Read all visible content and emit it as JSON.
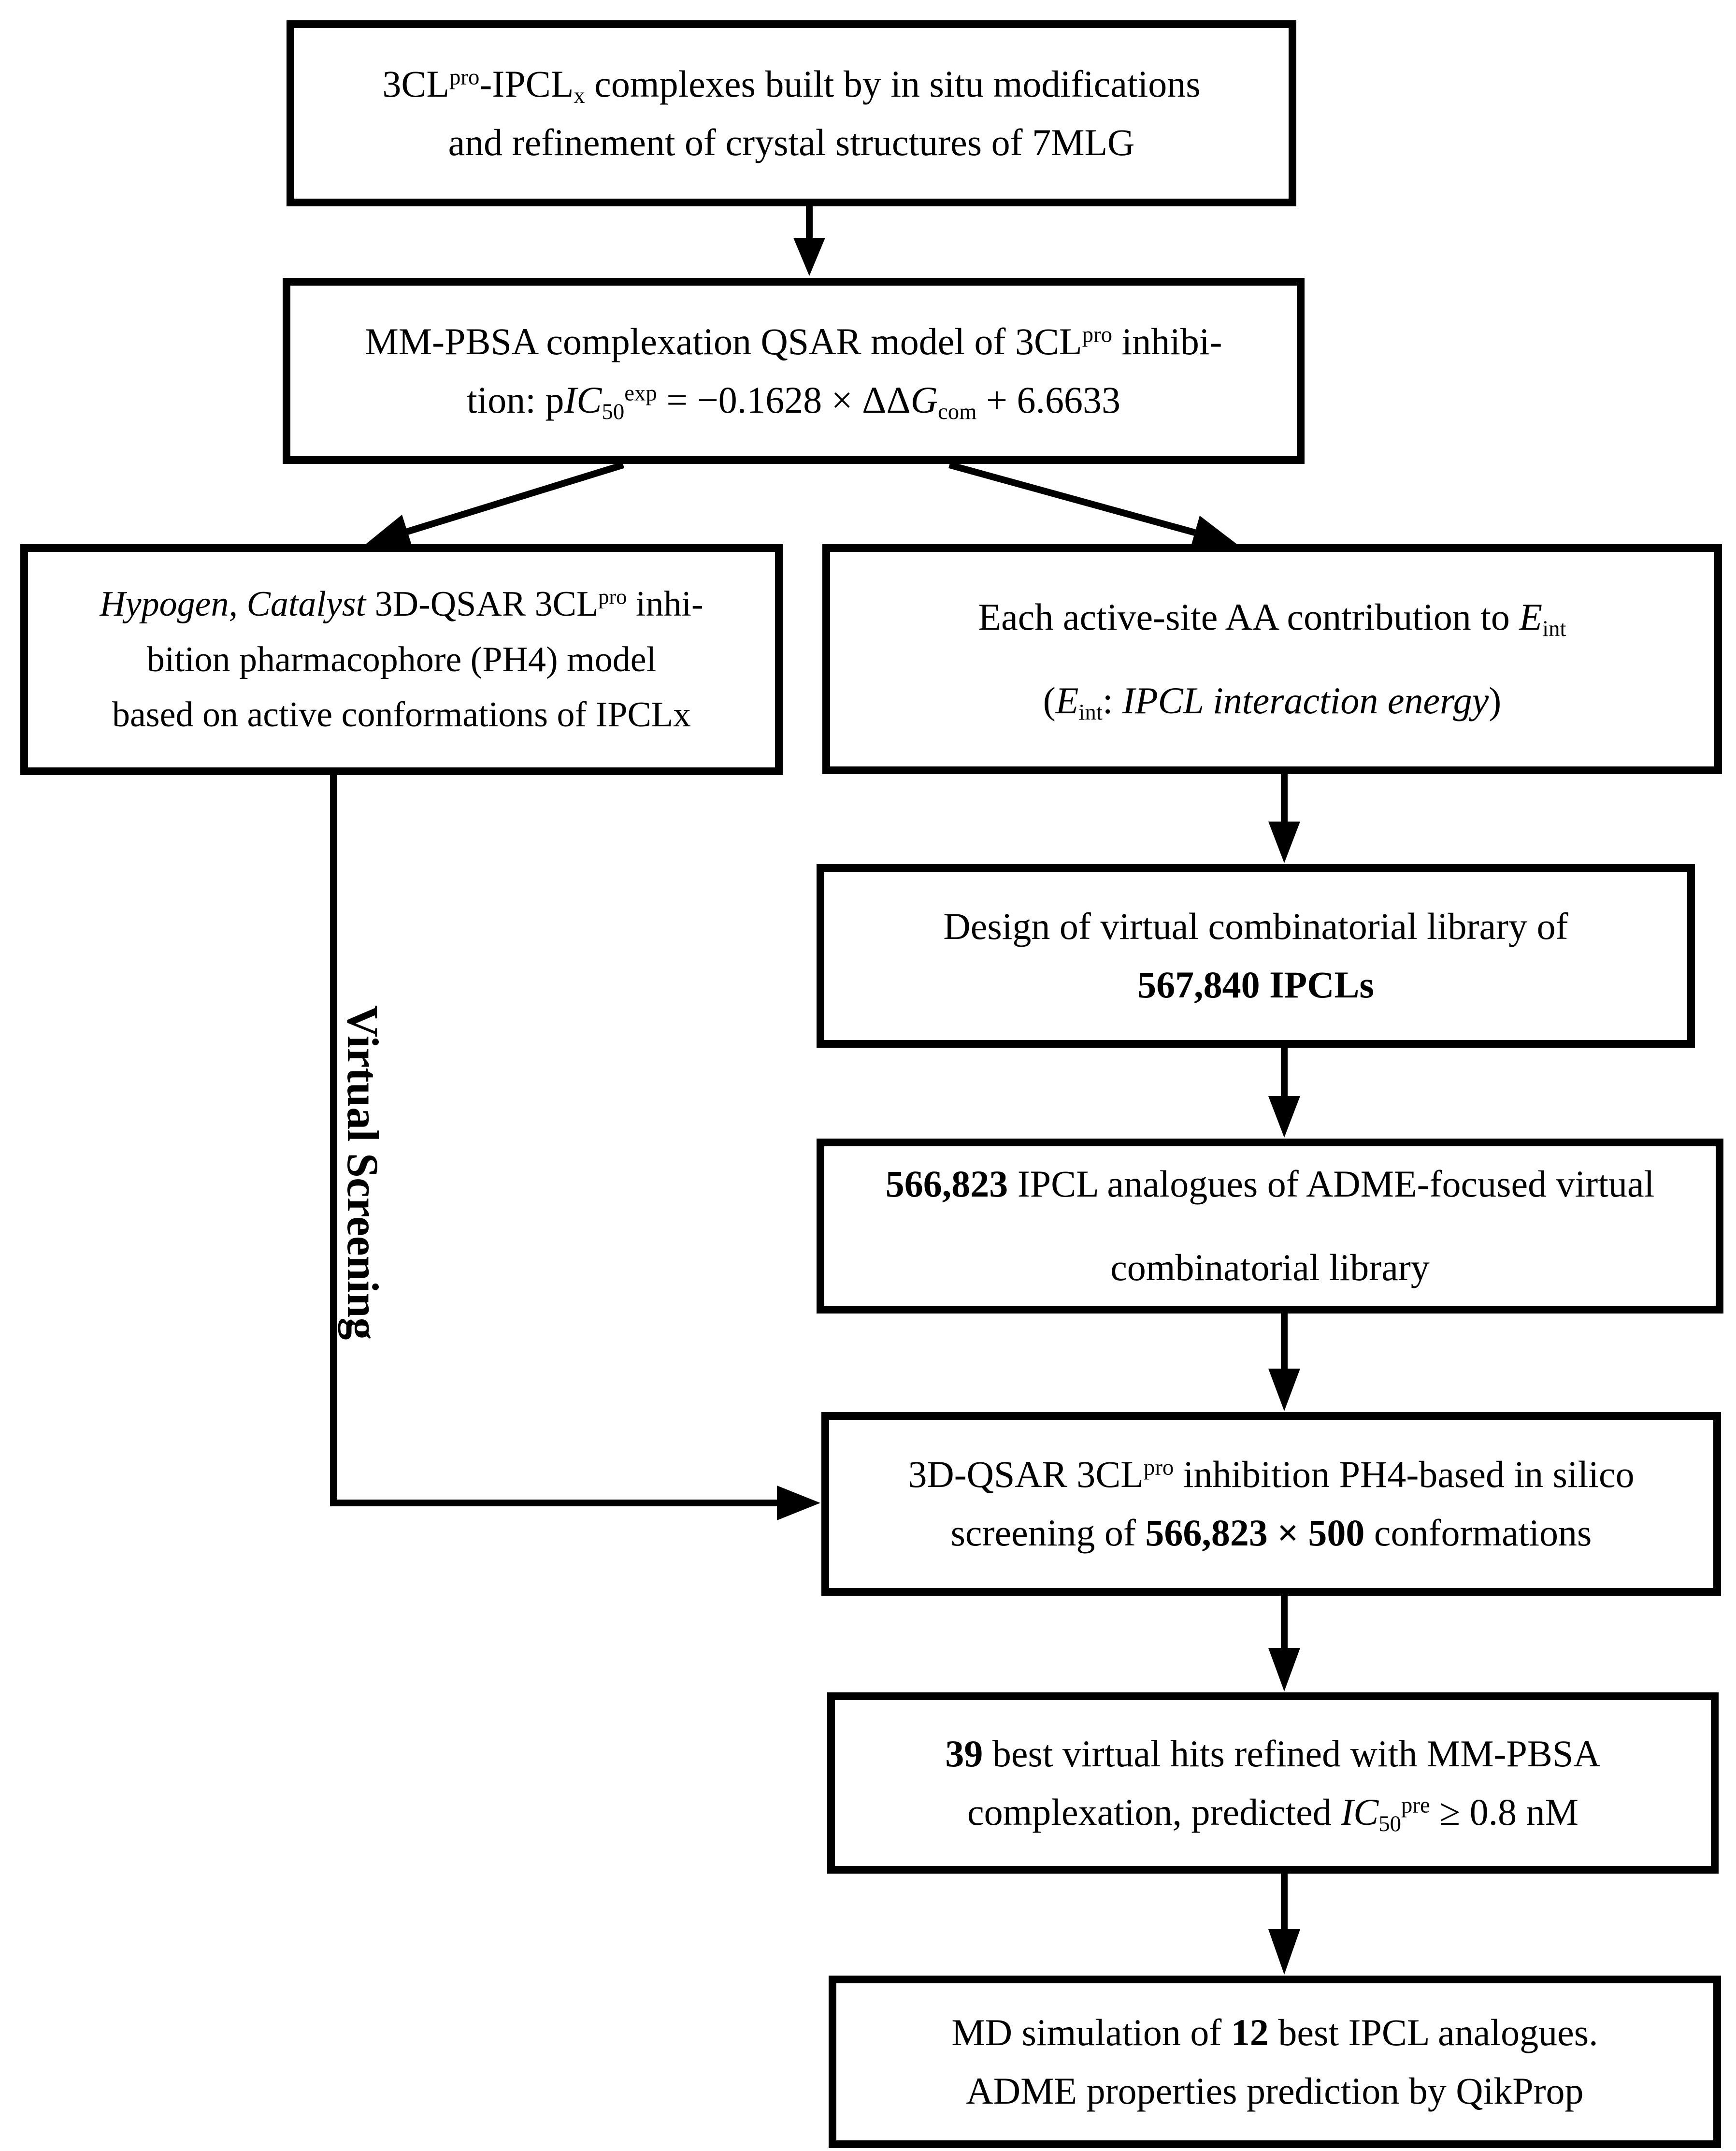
{
  "diagram": {
    "colors": {
      "ink": "#000000",
      "background": "#ffffff"
    },
    "side_label": "Virtual Screening",
    "boxes": {
      "complexes": {
        "lines": [
          [
            {
              "t": "3CL"
            },
            {
              "t": "pro",
              "s": "u"
            },
            {
              "t": "-IPCL"
            },
            {
              "t": "x",
              "s": "d"
            },
            {
              "t": " complexes built by in situ modifications"
            }
          ],
          [
            {
              "t": "and refinement of crystal structures of 7MLG"
            }
          ]
        ]
      },
      "qsar_model": {
        "lines": [
          [
            {
              "t": "MM-PBSA complexation QSAR model of 3CL"
            },
            {
              "t": "pro",
              "s": "u"
            },
            {
              "t": " inhibi-"
            }
          ],
          [
            {
              "t": "tion: p"
            },
            {
              "t": "IC",
              "s": "i"
            },
            {
              "t": "50",
              "s": "d"
            },
            {
              "t": "exp",
              "s": "u"
            },
            {
              "t": " = −0.1628 × ΔΔ"
            },
            {
              "t": "G",
              "s": "i"
            },
            {
              "t": "com",
              "s": "d"
            },
            {
              "t": " + 6.6633"
            }
          ]
        ]
      },
      "ph4_model": {
        "lines": [
          [
            {
              "t": "Hypogen, Catalyst",
              "s": "i"
            },
            {
              "t": " 3D-QSAR 3CL"
            },
            {
              "t": "pro",
              "s": "u"
            },
            {
              "t": " inhi-"
            }
          ],
          [
            {
              "t": "bition pharmacophore (PH4) model"
            }
          ],
          [
            {
              "t": "based on active conformations of IPCLx"
            }
          ]
        ]
      },
      "aa_contribution": {
        "lines": [
          [
            {
              "t": "Each active-site AA contribution to "
            },
            {
              "t": "E",
              "s": "i"
            },
            {
              "t": "int",
              "s": "d"
            }
          ],
          [
            {
              "t": "("
            },
            {
              "t": "E",
              "s": "i"
            },
            {
              "t": "int",
              "s": "d"
            },
            {
              "t": ": "
            },
            {
              "t": "IPCL interaction energy",
              "s": "i"
            },
            {
              "t": ")"
            }
          ]
        ]
      },
      "library_design": {
        "lines": [
          [
            {
              "t": "Design of virtual combinatorial library of"
            }
          ],
          [
            {
              "t": "567,840 IPCLs",
              "s": "b"
            }
          ]
        ]
      },
      "adme_library": {
        "lines": [
          [
            {
              "t": "566,823",
              "s": "b"
            },
            {
              "t": " IPCL analogues of ADME-focused virtual"
            }
          ],
          [
            {
              "t": "combinatorial library"
            }
          ]
        ]
      },
      "screening": {
        "lines": [
          [
            {
              "t": "3D-QSAR 3CL"
            },
            {
              "t": "pro",
              "s": "u"
            },
            {
              "t": " inhibition PH4-based in silico"
            }
          ],
          [
            {
              "t": "screening of "
            },
            {
              "t": "566,823 × 500",
              "s": "b"
            },
            {
              "t": " conformations"
            }
          ]
        ]
      },
      "virtual_hits": {
        "lines": [
          [
            {
              "t": "39",
              "s": "b"
            },
            {
              "t": " best virtual hits refined with MM-PBSA"
            }
          ],
          [
            {
              "t": "complexation, predicted "
            },
            {
              "t": "IC",
              "s": "i"
            },
            {
              "t": "50",
              "s": "d"
            },
            {
              "t": "pre",
              "s": "u"
            },
            {
              "t": " ≥ 0.8 nM"
            }
          ]
        ]
      },
      "md_simulation": {
        "lines": [
          [
            {
              "t": "MD simulation of "
            },
            {
              "t": "12",
              "s": "b"
            },
            {
              "t": " best IPCL analogues."
            }
          ],
          [
            {
              "t": "ADME properties prediction by QikProp"
            }
          ]
        ]
      }
    }
  }
}
